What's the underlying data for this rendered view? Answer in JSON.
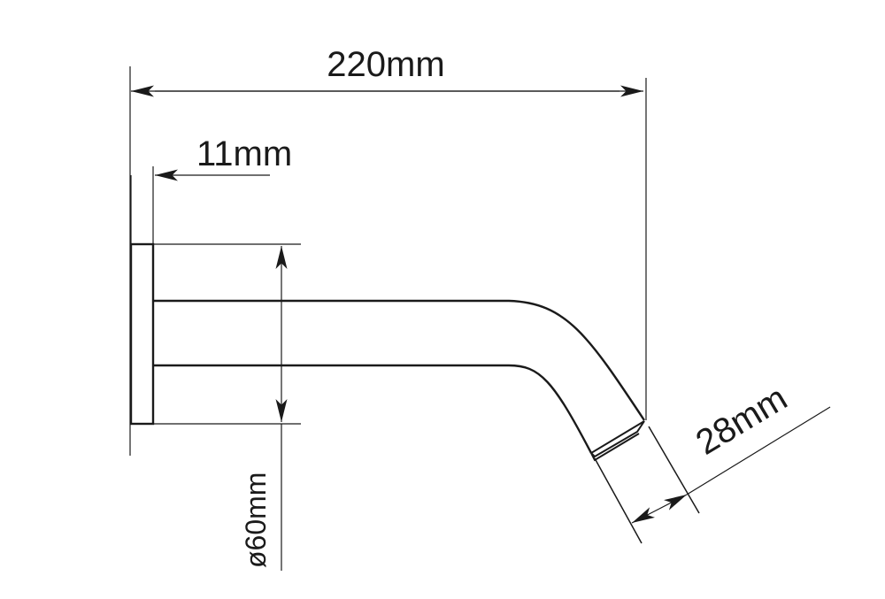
{
  "dimensions": {
    "overall_length": "220mm",
    "flange_thickness": "11mm",
    "flange_diameter": "ø60mm",
    "outlet_diameter": "28mm"
  },
  "colors": {
    "line": "#1a1a1a",
    "background": "#ffffff"
  }
}
